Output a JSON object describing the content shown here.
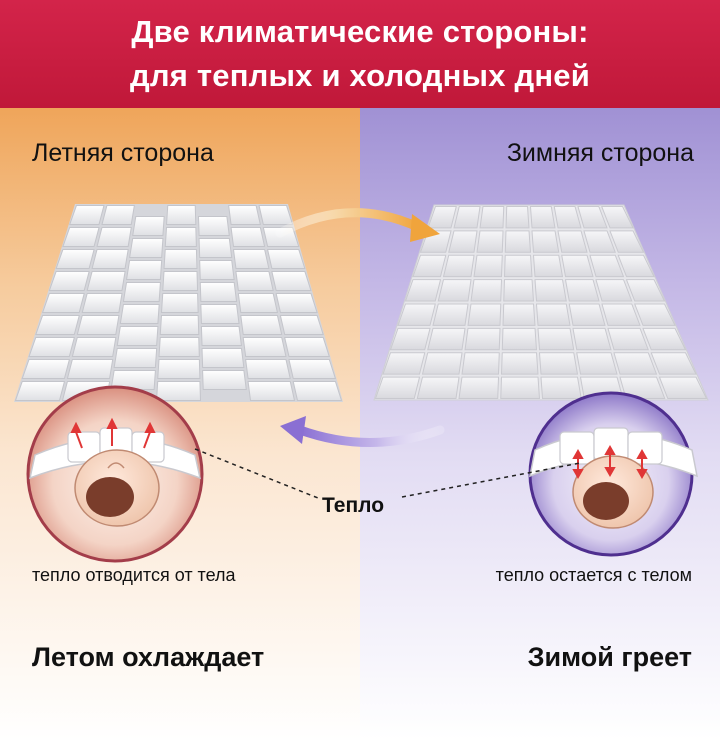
{
  "header": {
    "line1": "Две климатические стороны:",
    "line2": "для теплых и холодных дней",
    "bg_color": "#c81c40"
  },
  "summer": {
    "title": "Летняя сторона",
    "caption": "тепло отводится от тела",
    "tagline": "Летом охлаждает",
    "accent_color": "#efa55a"
  },
  "winter": {
    "title": "Зимняя сторона",
    "caption": "тепло остается с телом",
    "tagline": "Зимой греет",
    "accent_color": "#a091d4"
  },
  "center": {
    "warm_label": "Тепло"
  },
  "icons": [
    "summer-quilt-icon",
    "winter-quilt-icon",
    "flip-arrow-icon",
    "return-arrow-icon",
    "summer-body-diagram-icon",
    "winter-body-diagram-icon"
  ]
}
